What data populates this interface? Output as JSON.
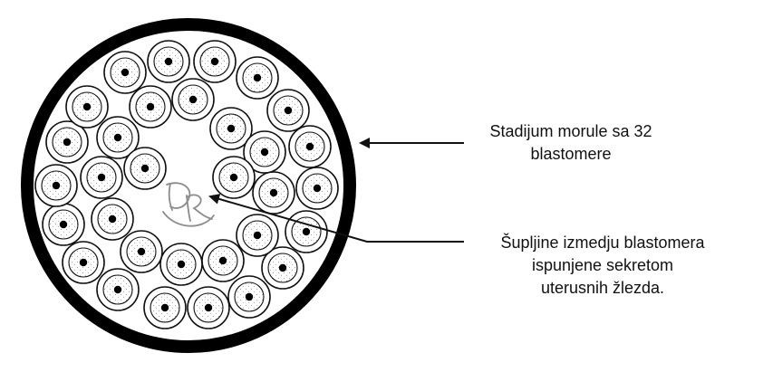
{
  "labels": {
    "morula": [
      "Stadijum morule sa 32",
      "blastomere"
    ],
    "cavity": [
      "Šupljine izmedju blastomera",
      "ispunjene sekretom",
      "uterusnih žlezda."
    ]
  },
  "colors": {
    "outline": "#111111",
    "cell_fill": "#ffffff",
    "nucleus": "#000000",
    "stipple": "#8a8a8a",
    "monogram": "#8c8c8c"
  },
  "blastomere_count": 32
}
